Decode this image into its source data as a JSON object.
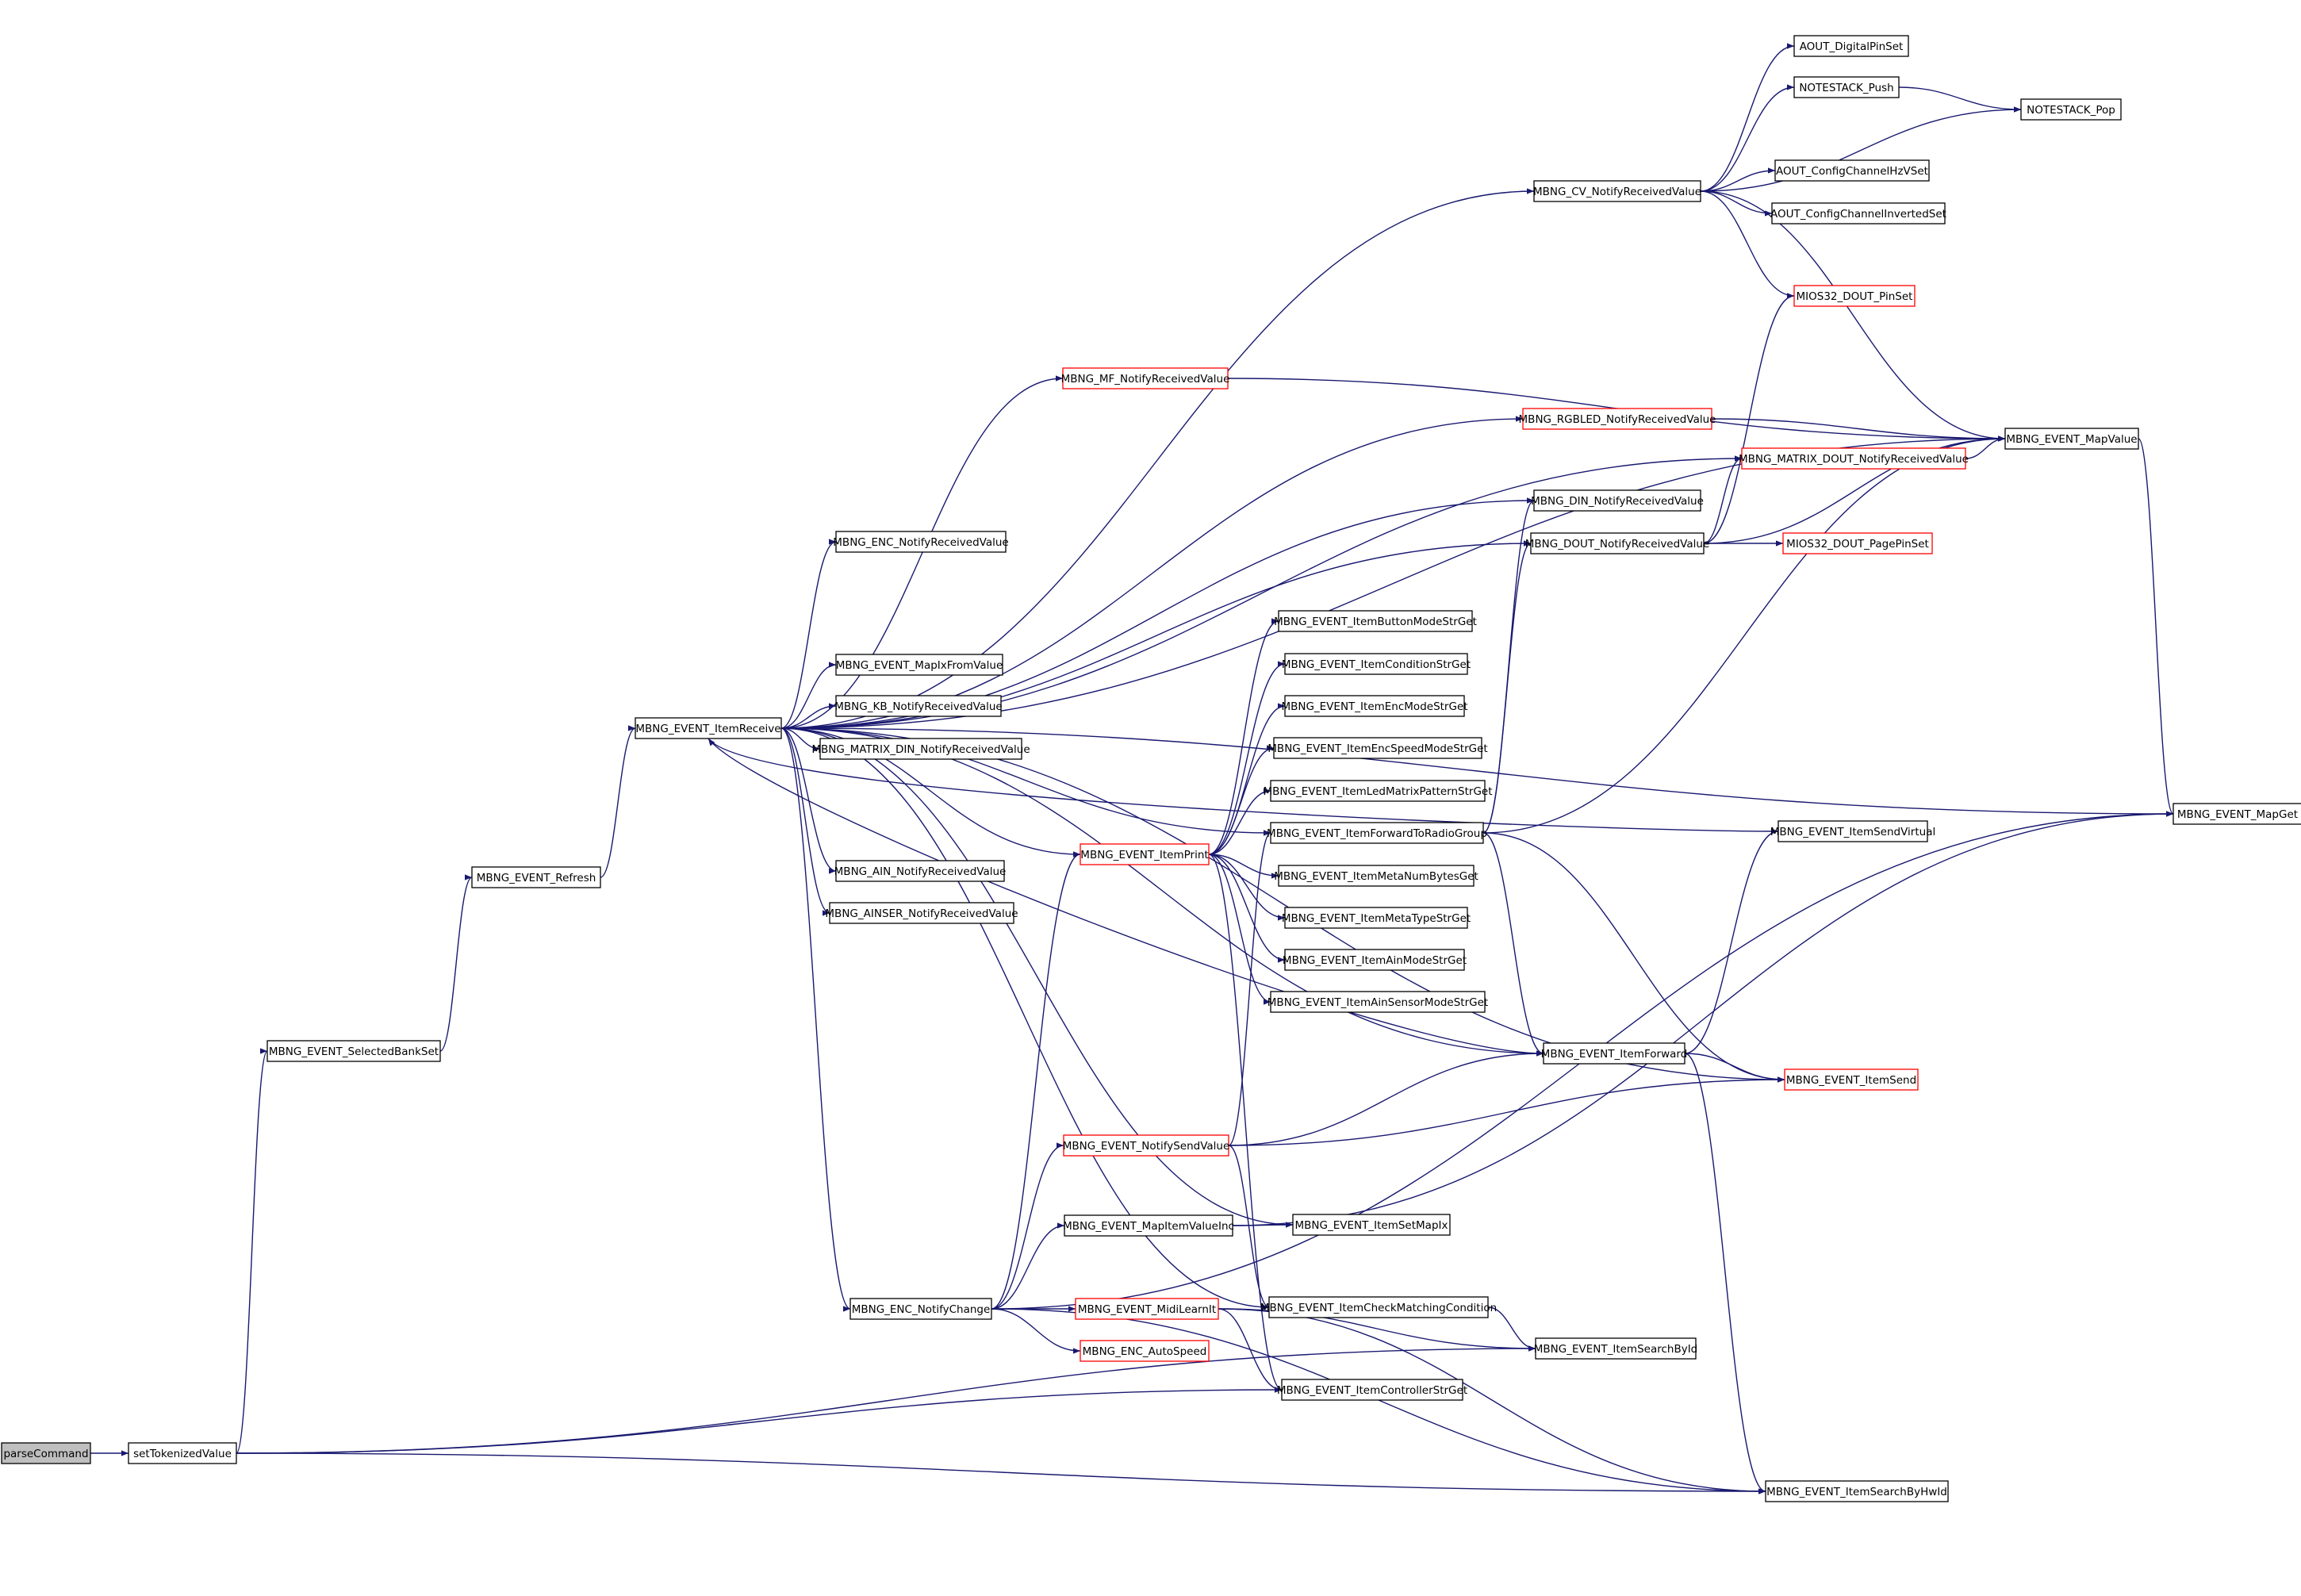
{
  "colors": {
    "edge": "#191970",
    "border": "#000000",
    "red_border": "#ff0000",
    "root_fill": "#bfbfbf"
  },
  "nodes": {
    "parseCommand": {
      "label": "parseCommand",
      "style": "root"
    },
    "setTokenizedValue": {
      "label": "setTokenizedValue"
    },
    "selectedBankSet": {
      "label": "MBNG_EVENT_SelectedBankSet"
    },
    "refresh": {
      "label": "MBNG_EVENT_Refresh"
    },
    "itemReceive": {
      "label": "MBNG_EVENT_ItemReceive"
    },
    "encNotifyRV": {
      "label": "MBNG_ENC_NotifyReceivedValue"
    },
    "mapIxFromValue": {
      "label": "MBNG_EVENT_MapIxFromValue"
    },
    "kbNotifyRV": {
      "label": "MBNG_KB_NotifyReceivedValue"
    },
    "matrixDinNotifyRV": {
      "label": "MBNG_MATRIX_DIN_NotifyReceivedValue"
    },
    "ainNotifyRV": {
      "label": "MBNG_AIN_NotifyReceivedValue"
    },
    "ainserNotifyRV": {
      "label": "MBNG_AINSER_NotifyReceivedValue"
    },
    "encNotifyChange": {
      "label": "MBNG_ENC_NotifyChange"
    },
    "mfNotifyRV": {
      "label": "MBNG_MF_NotifyReceivedValue",
      "style": "red"
    },
    "itemPrint": {
      "label": "MBNG_EVENT_ItemPrint",
      "style": "red"
    },
    "notifySendValue": {
      "label": "MBNG_EVENT_NotifySendValue",
      "style": "red"
    },
    "mapItemValueInc": {
      "label": "MBNG_EVENT_MapItemValueInc"
    },
    "midiLearnIt": {
      "label": "MBNG_EVENT_MidiLearnIt",
      "style": "red"
    },
    "encAutoSpeed": {
      "label": "MBNG_ENC_AutoSpeed",
      "style": "red"
    },
    "cvNotifyRV": {
      "label": "MBNG_CV_NotifyReceivedValue"
    },
    "rgbledNotifyRV": {
      "label": "MBNG_RGBLED_NotifyReceivedValue",
      "style": "red"
    },
    "dinNotifyRV": {
      "label": "MBNG_DIN_NotifyReceivedValue"
    },
    "doutNotifyRV": {
      "label": "MBNG_DOUT_NotifyReceivedValue"
    },
    "buttonModeStrGet": {
      "label": "MBNG_EVENT_ItemButtonModeStrGet"
    },
    "conditionStrGet": {
      "label": "MBNG_EVENT_ItemConditionStrGet"
    },
    "encModeStrGet": {
      "label": "MBNG_EVENT_ItemEncModeStrGet"
    },
    "encSpeedModeStrGet": {
      "label": "MBNG_EVENT_ItemEncSpeedModeStrGet"
    },
    "ledMatrixPatternStrGet": {
      "label": "MBNG_EVENT_ItemLedMatrixPatternStrGet"
    },
    "forwardToRadioGroup": {
      "label": "MBNG_EVENT_ItemForwardToRadioGroup"
    },
    "metaNumBytesGet": {
      "label": "MBNG_EVENT_ItemMetaNumBytesGet"
    },
    "metaTypeStrGet": {
      "label": "MBNG_EVENT_ItemMetaTypeStrGet"
    },
    "ainModeStrGet": {
      "label": "MBNG_EVENT_ItemAinModeStrGet"
    },
    "ainSensorModeStrGet": {
      "label": "MBNG_EVENT_ItemAinSensorModeStrGet"
    },
    "itemForward": {
      "label": "MBNG_EVENT_ItemForward"
    },
    "itemSetMapIx": {
      "label": "MBNG_EVENT_ItemSetMapIx"
    },
    "checkMatchingCondition": {
      "label": "MBNG_EVENT_ItemCheckMatchingCondition"
    },
    "controllerStrGet": {
      "label": "MBNG_EVENT_ItemControllerStrGet"
    },
    "searchById": {
      "label": "MBNG_EVENT_ItemSearchById"
    },
    "searchByHwId": {
      "label": "MBNG_EVENT_ItemSearchByHwId"
    },
    "itemSend": {
      "label": "MBNG_EVENT_ItemSend",
      "style": "red"
    },
    "itemSendVirtual": {
      "label": "MBNG_EVENT_ItemSendVirtual"
    },
    "aoutDigitalPinSet": {
      "label": "AOUT_DigitalPinSet"
    },
    "notestackPush": {
      "label": "NOTESTACK_Push"
    },
    "notestackPop": {
      "label": "NOTESTACK_Pop"
    },
    "aoutHzV": {
      "label": "AOUT_ConfigChannelHzVSet"
    },
    "aoutInverted": {
      "label": "AOUT_ConfigChannelInvertedSet"
    },
    "mios32DoutPinSet": {
      "label": "MIOS32_DOUT_PinSet",
      "style": "red"
    },
    "matrixDoutNotifyRV": {
      "label": "MBNG_MATRIX_DOUT_NotifyReceivedValue",
      "style": "red"
    },
    "mios32DoutPagePinSet": {
      "label": "MIOS32_DOUT_PagePinSet",
      "style": "red"
    },
    "mapValue": {
      "label": "MBNG_EVENT_MapValue"
    },
    "mapGet": {
      "label": "MBNG_EVENT_MapGet"
    }
  },
  "edges": [
    [
      "parseCommand",
      "setTokenizedValue"
    ],
    [
      "setTokenizedValue",
      "selectedBankSet"
    ],
    [
      "setTokenizedValue",
      "controllerStrGet"
    ],
    [
      "setTokenizedValue",
      "searchById"
    ],
    [
      "setTokenizedValue",
      "searchByHwId"
    ],
    [
      "selectedBankSet",
      "refresh"
    ],
    [
      "refresh",
      "itemReceive"
    ],
    [
      "itemReceive",
      "mapGet"
    ],
    [
      "itemReceive",
      "cvNotifyRV"
    ],
    [
      "itemReceive",
      "mapValue"
    ],
    [
      "itemReceive",
      "mfNotifyRV"
    ],
    [
      "itemReceive",
      "rgbledNotifyRV"
    ],
    [
      "itemReceive",
      "matrixDoutNotifyRV"
    ],
    [
      "itemReceive",
      "dinNotifyRV"
    ],
    [
      "itemReceive",
      "encNotifyRV"
    ],
    [
      "itemReceive",
      "doutNotifyRV"
    ],
    [
      "itemReceive",
      "mapIxFromValue"
    ],
    [
      "itemReceive",
      "kbNotifyRV"
    ],
    [
      "itemReceive",
      "matrixDinNotifyRV"
    ],
    [
      "itemReceive",
      "forwardToRadioGroup"
    ],
    [
      "itemReceive",
      "itemPrint"
    ],
    [
      "itemReceive",
      "ainNotifyRV"
    ],
    [
      "itemReceive",
      "ainserNotifyRV"
    ],
    [
      "itemReceive",
      "itemForward"
    ],
    [
      "itemReceive",
      "itemSend"
    ],
    [
      "itemReceive",
      "itemSetMapIx"
    ],
    [
      "itemReceive",
      "checkMatchingCondition"
    ],
    [
      "itemReceive",
      "encNotifyChange"
    ],
    [
      "encNotifyChange",
      "itemPrint"
    ],
    [
      "encNotifyChange",
      "notifySendValue"
    ],
    [
      "encNotifyChange",
      "mapItemValueInc"
    ],
    [
      "encNotifyChange",
      "midiLearnIt"
    ],
    [
      "encNotifyChange",
      "encAutoSpeed"
    ],
    [
      "encNotifyChange",
      "searchByHwId"
    ],
    [
      "encNotifyChange",
      "mapGet"
    ],
    [
      "mfNotifyRV",
      "mapValue"
    ],
    [
      "rgbledNotifyRV",
      "mapValue"
    ],
    [
      "cvNotifyRV",
      "aoutDigitalPinSet"
    ],
    [
      "cvNotifyRV",
      "notestackPush"
    ],
    [
      "cvNotifyRV",
      "notestackPop"
    ],
    [
      "cvNotifyRV",
      "aoutHzV"
    ],
    [
      "cvNotifyRV",
      "aoutInverted"
    ],
    [
      "cvNotifyRV",
      "mios32DoutPinSet"
    ],
    [
      "cvNotifyRV",
      "mapValue"
    ],
    [
      "notestackPush",
      "notestackPop"
    ],
    [
      "doutNotifyRV",
      "mios32DoutPinSet"
    ],
    [
      "doutNotifyRV",
      "matrixDoutNotifyRV"
    ],
    [
      "doutNotifyRV",
      "mios32DoutPagePinSet"
    ],
    [
      "doutNotifyRV",
      "mapValue"
    ],
    [
      "matrixDoutNotifyRV",
      "mapValue"
    ],
    [
      "mapValue",
      "mapGet"
    ],
    [
      "itemPrint",
      "buttonModeStrGet"
    ],
    [
      "itemPrint",
      "conditionStrGet"
    ],
    [
      "itemPrint",
      "encModeStrGet"
    ],
    [
      "itemPrint",
      "encSpeedModeStrGet"
    ],
    [
      "itemPrint",
      "ledMatrixPatternStrGet"
    ],
    [
      "itemPrint",
      "metaNumBytesGet"
    ],
    [
      "itemPrint",
      "metaTypeStrGet"
    ],
    [
      "itemPrint",
      "ainModeStrGet"
    ],
    [
      "itemPrint",
      "ainSensorModeStrGet"
    ],
    [
      "itemPrint",
      "controllerStrGet"
    ],
    [
      "forwardToRadioGroup",
      "dinNotifyRV"
    ],
    [
      "forwardToRadioGroup",
      "doutNotifyRV"
    ],
    [
      "forwardToRadioGroup",
      "mapValue"
    ],
    [
      "forwardToRadioGroup",
      "itemForward"
    ],
    [
      "forwardToRadioGroup",
      "itemSend"
    ],
    [
      "itemForward",
      "itemReceive"
    ],
    [
      "itemForward",
      "itemSendVirtual"
    ],
    [
      "itemForward",
      "itemSend"
    ],
    [
      "itemForward",
      "searchByHwId"
    ],
    [
      "itemSendVirtual",
      "itemReceive"
    ],
    [
      "notifySendValue",
      "forwardToRadioGroup"
    ],
    [
      "notifySendValue",
      "itemForward"
    ],
    [
      "notifySendValue",
      "itemSend"
    ],
    [
      "notifySendValue",
      "checkMatchingCondition"
    ],
    [
      "mapItemValueInc",
      "itemSetMapIx"
    ],
    [
      "mapItemValueInc",
      "mapGet"
    ],
    [
      "midiLearnIt",
      "searchById"
    ],
    [
      "midiLearnIt",
      "controllerStrGet"
    ],
    [
      "midiLearnIt",
      "searchByHwId"
    ],
    [
      "checkMatchingCondition",
      "searchById"
    ]
  ]
}
